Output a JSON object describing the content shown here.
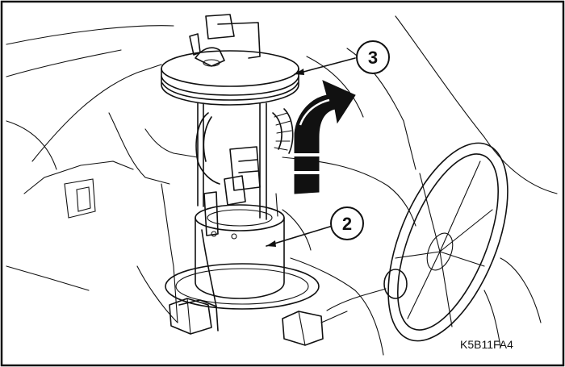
{
  "callouts": [
    {
      "id": "callout-3",
      "label": "3"
    },
    {
      "id": "callout-2",
      "label": "2"
    }
  ],
  "figure_code": "K5B11FA4",
  "colors": {
    "line": "#111111",
    "background": "#ffffff"
  }
}
